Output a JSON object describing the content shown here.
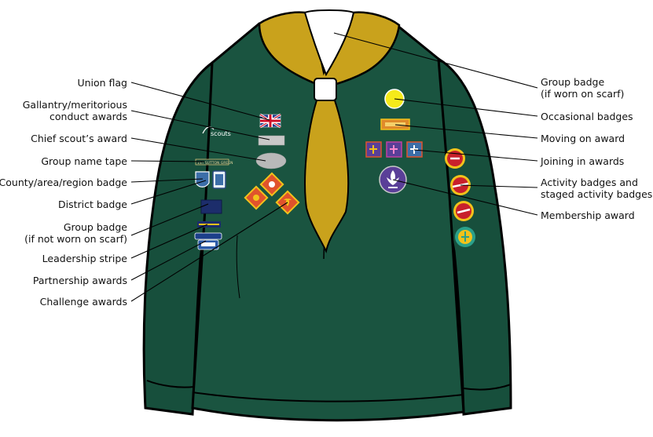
{
  "colors": {
    "shirt": "#174f3c",
    "shirt_dark": "#0f3b2c",
    "scarf": "#c9a21c",
    "outline": "#000000",
    "group_badge": "#f5ea1a",
    "membership": "#5a3f98",
    "activity_red": "#c8202c",
    "activity_yellow": "#f2c21b",
    "challenge": "#e0532c"
  },
  "left_labels": [
    {
      "id": "union-flag",
      "lines": [
        "Union flag"
      ]
    },
    {
      "id": "gallantry",
      "lines": [
        "Gallantry/meritorious",
        "conduct awards"
      ]
    },
    {
      "id": "chief-scout",
      "lines": [
        "Chief scout’s award"
      ]
    },
    {
      "id": "group-name-tape",
      "lines": [
        "Group name tape"
      ]
    },
    {
      "id": "county-badge",
      "lines": [
        "County/area/region badge"
      ]
    },
    {
      "id": "district-badge",
      "lines": [
        "District badge"
      ]
    },
    {
      "id": "group-badge-not-scarf",
      "lines": [
        "Group badge",
        "(if not worn on scarf)"
      ]
    },
    {
      "id": "leadership-stripe",
      "lines": [
        "Leadership stripe"
      ]
    },
    {
      "id": "partnership-awards",
      "lines": [
        "Partnership awards"
      ]
    },
    {
      "id": "challenge-awards",
      "lines": [
        "Challenge awards"
      ]
    }
  ],
  "right_labels": [
    {
      "id": "group-badge-scarf",
      "lines": [
        "Group badge",
        "(if worn on scarf)"
      ]
    },
    {
      "id": "occasional-badges",
      "lines": [
        "Occasional badges"
      ]
    },
    {
      "id": "moving-on-award",
      "lines": [
        "Moving on award"
      ]
    },
    {
      "id": "joining-in-awards",
      "lines": [
        "Joining in awards"
      ]
    },
    {
      "id": "activity-badges",
      "lines": [
        "Activity badges and",
        "staged activity badges"
      ]
    },
    {
      "id": "membership-award",
      "lines": [
        "Membership award"
      ]
    }
  ],
  "badge_text": {
    "scouts_logo": "scouts",
    "name_tape": "1ST SUTTON GREEN"
  },
  "icons": [
    "fleur-de-lis-icon",
    "union-flag-icon",
    "scouts-logo-icon"
  ]
}
